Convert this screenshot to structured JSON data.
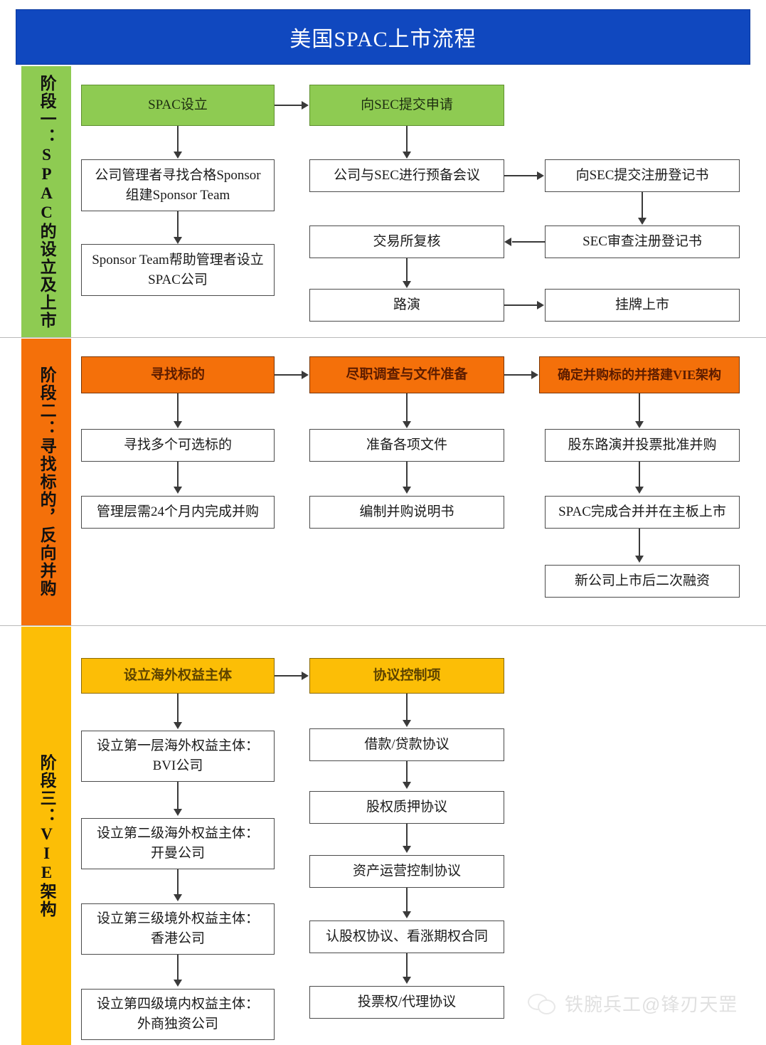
{
  "header": {
    "title": "美国SPAC上市流程",
    "bg_color": "#1048bf",
    "text_color": "#ffffff"
  },
  "colors": {
    "phase1": "#8ecb52",
    "phase2": "#f4700a",
    "phase3": "#fcbe06",
    "box_border": "#4b4b4b",
    "connector": "#3a3a3a"
  },
  "phases": [
    {
      "id": "phase-1",
      "label": "阶段一：SPAC的设立及上市",
      "color": "#8ecb52",
      "nodes": {
        "n1": "SPAC设立",
        "n2": "向SEC提交申请",
        "n3_line1": "公司管理者寻找合格Sponsor",
        "n3_line2": "组建Sponsor Team",
        "n4_line1": "Sponsor Team帮助管理者设立",
        "n4_line2": "SPAC公司",
        "n5": "公司与SEC进行预备会议",
        "n6": "向SEC提交注册登记书",
        "n7": "SEC审查注册登记书",
        "n8": "交易所复核",
        "n9": "路演",
        "n10": "挂牌上市"
      }
    },
    {
      "id": "phase-2",
      "label": "阶段二：寻找标的，反向并购",
      "color": "#f4700a",
      "nodes": {
        "n1": "寻找标的",
        "n2": "尽职调查与文件准备",
        "n3": "确定并购标的并搭建VIE架构",
        "n4": "寻找多个可选标的",
        "n5": "管理层需24个月内完成并购",
        "n6": "准备各项文件",
        "n7": "编制并购说明书",
        "n8": "股东路演并投票批准并购",
        "n9": "SPAC完成合并并在主板上市",
        "n10": "新公司上市后二次融资"
      }
    },
    {
      "id": "phase-3",
      "label": "阶段三：VIE架构",
      "color": "#fcbe06",
      "nodes": {
        "n1": "设立海外权益主体",
        "n2": "协议控制项",
        "n3_line1": "设立第一层海外权益主体：",
        "n3_line2": "BVI公司",
        "n4_line1": "设立第二级海外权益主体：",
        "n4_line2": "开曼公司",
        "n5_line1": "设立第三级境外权益主体：",
        "n5_line2": "香港公司",
        "n6_line1": "设立第四级境内权益主体：",
        "n6_line2": "外商独资公司",
        "n7": "借款/贷款协议",
        "n8": "股权质押协议",
        "n9": "资产运营控制协议",
        "n10": "认股权协议、看涨期权合同",
        "n11": "投票权/代理协议"
      }
    }
  ],
  "watermark": {
    "text": "铁腕兵工@锋刃天罡",
    "icon": "wechat-icon"
  }
}
